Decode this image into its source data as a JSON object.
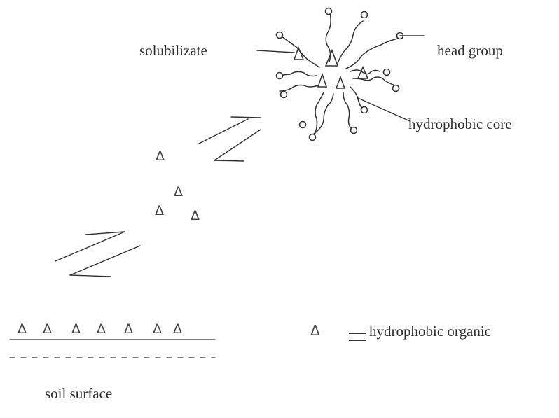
{
  "labels": {
    "solubilizate": "solubilizate",
    "head_group": "head group",
    "hydrophobic_core": "hydrophobic core",
    "soil_surface": "soil surface",
    "legend_symbol": "Δ",
    "legend_text": "hydrophobic organic"
  },
  "symbols": {
    "organic": "Δ"
  },
  "colors": {
    "ink": "#333333",
    "background": "#ffffff"
  }
}
